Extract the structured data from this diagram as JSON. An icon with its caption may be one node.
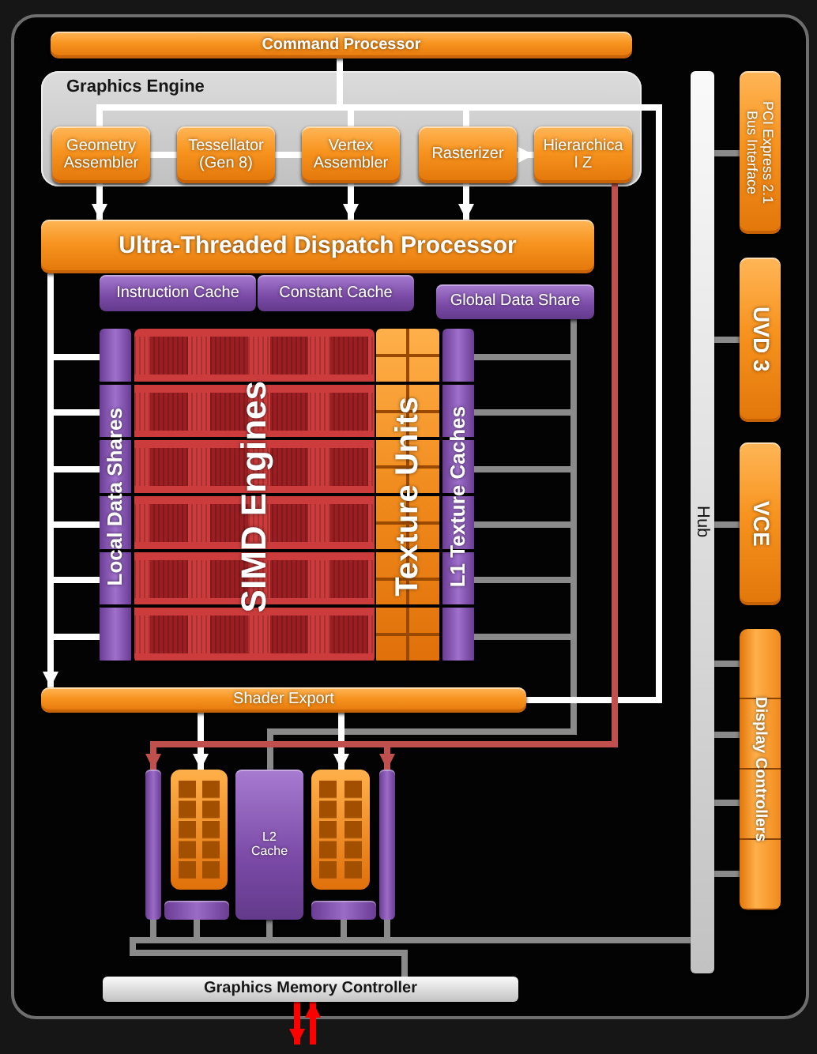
{
  "diagram": {
    "nodes": [
      {
        "text": [
          "Command Processor"
        ]
      },
      {
        "text": [
          "Graphics Engine"
        ]
      },
      {
        "text": [
          "Geometry Assembler"
        ],
        "in": 1
      },
      {
        "text": [
          "Tessellator (Gen 8)"
        ],
        "in": 1
      },
      {
        "text": [
          "Vertex Assembler"
        ],
        "in": 1
      },
      {
        "text": [
          "Rasterizer"
        ],
        "in": 1
      },
      {
        "text": [
          "Hierarchica l Z"
        ],
        "in": 1
      },
      {
        "text": [
          "Ultra-Threaded Dispatch Processor"
        ]
      },
      {
        "text": [
          "Instruction Cache"
        ]
      },
      {
        "text": [
          "Constant Cache"
        ]
      },
      {
        "text": [
          "Global Data Share"
        ]
      },
      {
        "text": [
          "Local Data Shares"
        ]
      },
      {
        "text": [
          "SIMD Engines"
        ]
      },
      {
        "text": [
          "Texture Units"
        ]
      },
      {
        "text": [
          "L1 Texture Caches"
        ]
      },
      {
        "text": [
          "Shader Export"
        ]
      },
      {
        "text": [],
        "shape": "bar"
      },
      {
        "text": [],
        "shape": "box"
      },
      {
        "text": [
          "L2 Cache"
        ]
      },
      {
        "text": [],
        "shape": "box"
      },
      {
        "text": [],
        "shape": "bar"
      },
      {
        "text": [],
        "shape": "bar"
      },
      {
        "text": [],
        "shape": "bar"
      },
      {
        "text": [
          "Graphics Memory Controller"
        ]
      },
      {
        "text": [
          "Hub"
        ]
      },
      {
        "text": [
          "PCI Express 2.1 Bus Interface"
        ]
      },
      {
        "text": [
          "UVD 3"
        ]
      },
      {
        "text": [
          "VCE"
        ]
      },
      {
        "text": [
          "Display Controllers"
        ]
      }
    ],
    "edges": [
      {
        "from": 0,
        "to": 2,
        "arrow": "none",
        "color": "#ffffff"
      },
      {
        "from": 0,
        "to": 4,
        "arrow": "none",
        "color": "#ffffff"
      },
      {
        "from": 0,
        "to": 5,
        "arrow": "none",
        "color": "#ffffff"
      },
      {
        "from": 0,
        "to": 15,
        "arrow": "none",
        "color": "#ffffff"
      },
      {
        "from": 2,
        "to": 3,
        "arrow": "none",
        "color": "#ffffff"
      },
      {
        "from": 3,
        "to": 4,
        "arrow": "none",
        "color": "#ffffff"
      },
      {
        "from": 5,
        "to": 6,
        "arrow": "to",
        "color": "#ffffff"
      },
      {
        "from": 2,
        "to": 7,
        "arrow": "to",
        "color": "#ffffff"
      },
      {
        "from": 4,
        "to": 7,
        "arrow": "to",
        "color": "#ffffff"
      },
      {
        "from": 5,
        "to": 7,
        "arrow": "to",
        "color": "#ffffff"
      },
      {
        "from": 6,
        "to": 16,
        "arrow": "to",
        "color": "#c0504d"
      },
      {
        "from": 6,
        "to": 20,
        "arrow": "to",
        "color": "#c0504d"
      },
      {
        "from": 7,
        "to": 11,
        "arrow": "none",
        "color": "#ffffff"
      },
      {
        "from": 7,
        "to": 11,
        "arrow": "none",
        "color": "#ffffff"
      },
      {
        "from": 7,
        "to": 11,
        "arrow": "none",
        "color": "#ffffff"
      },
      {
        "from": 7,
        "to": 11,
        "arrow": "none",
        "color": "#ffffff"
      },
      {
        "from": 7,
        "to": 11,
        "arrow": "none",
        "color": "#ffffff"
      },
      {
        "from": 7,
        "to": 11,
        "arrow": "none",
        "color": "#ffffff"
      },
      {
        "from": 7,
        "to": 15,
        "arrow": "to",
        "color": "#ffffff"
      },
      {
        "from": 14,
        "to": 18,
        "arrow": "none"
      },
      {
        "from": 14,
        "to": 18,
        "arrow": "none"
      },
      {
        "from": 14,
        "to": 18,
        "arrow": "none"
      },
      {
        "from": 14,
        "to": 18,
        "arrow": "none"
      },
      {
        "from": 14,
        "to": 18,
        "arrow": "none"
      },
      {
        "from": 14,
        "to": 18,
        "arrow": "none"
      },
      {
        "from": 10,
        "to": 18,
        "arrow": "none"
      },
      {
        "from": 15,
        "to": 17,
        "arrow": "to",
        "color": "#ffffff"
      },
      {
        "from": 15,
        "to": 19,
        "arrow": "to",
        "color": "#ffffff"
      },
      {
        "from": 16,
        "to": 23,
        "arrow": "none"
      },
      {
        "from": 21,
        "to": 23,
        "arrow": "none"
      },
      {
        "from": 18,
        "to": 23,
        "arrow": "none"
      },
      {
        "from": 22,
        "to": 23,
        "arrow": "none"
      },
      {
        "from": 20,
        "to": 23,
        "arrow": "none"
      },
      {
        "from": 23,
        "to": 24,
        "arrow": "none"
      },
      {
        "from": 24,
        "to": 25,
        "arrow": "none"
      },
      {
        "from": 24,
        "to": 26,
        "arrow": "none"
      },
      {
        "from": 24,
        "to": 27,
        "arrow": "none"
      },
      {
        "from": 24,
        "to": 28,
        "arrow": "none"
      },
      {
        "from": 24,
        "to": 28,
        "arrow": "none"
      },
      {
        "from": 24,
        "to": 28,
        "arrow": "none"
      },
      {
        "from": 24,
        "to": 28,
        "arrow": "none"
      },
      {
        "from": 23,
        "to": null,
        "arrow": "to",
        "color": "#ff0000"
      },
      {
        "from": null,
        "to": 23,
        "arrow": "to",
        "color": "#ff0000"
      }
    ]
  }
}
